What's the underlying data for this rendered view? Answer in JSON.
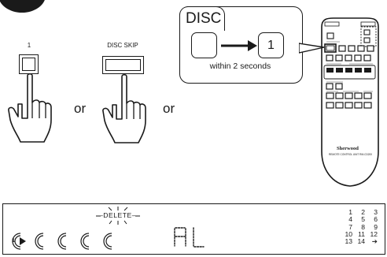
{
  "labels": {
    "button_1": "1",
    "disc_skip": "DISC SKIP",
    "or_1": "or",
    "or_2": "or"
  },
  "callout": {
    "title": "DISC",
    "target_key": "1",
    "note": "within 2 seconds"
  },
  "remote": {
    "brand": "Sherwood",
    "caption": "REMOTE CONTROL UNIT RM-CD200"
  },
  "display": {
    "indicator": "DELETE",
    "disc_number": "1",
    "readout": "AL",
    "track_grid": [
      [
        "1",
        "2",
        "3"
      ],
      [
        "4",
        "5",
        "6"
      ],
      [
        "7",
        "8",
        "9"
      ],
      [
        "10",
        "11",
        "12"
      ],
      [
        "13",
        "14",
        "➔"
      ]
    ]
  },
  "colors": {
    "ink": "#1a1a1a",
    "background": "#ffffff"
  }
}
